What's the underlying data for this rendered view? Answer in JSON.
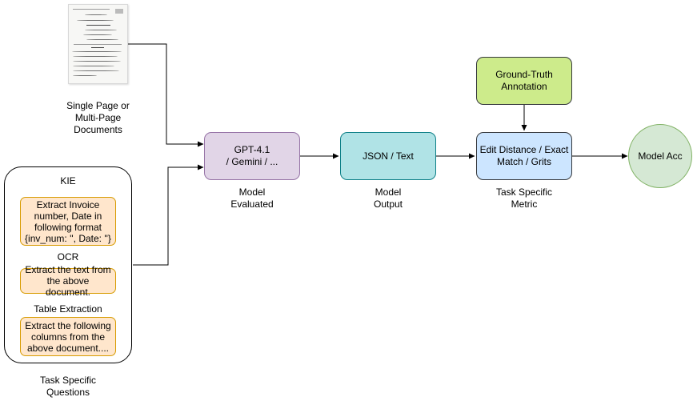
{
  "documents_label": "Single Page or\nMulti-Page\nDocuments",
  "questions": {
    "kie_title": "KIE",
    "kie_prompt": "Extract Invoice number, Date in following format {inv_num: '', Date: ''}",
    "ocr_title": "OCR",
    "ocr_prompt": "Extract the text from the above document.",
    "table_title": "Table Extraction",
    "table_prompt": "Extract the following columns from the above document....",
    "caption": "Task Specific\nQuestions"
  },
  "model": {
    "label": "GPT-4.1\n/ Gemini / ...",
    "caption": "Model\nEvaluated"
  },
  "output": {
    "label": "JSON / Text",
    "caption": "Model\nOutput"
  },
  "metric": {
    "label": "Edit Distance / Exact Match / Grits",
    "caption": "Task Specific\nMetric"
  },
  "ground_truth": {
    "label": "Ground-Truth\nAnnotation"
  },
  "result": {
    "label": "Model Acc"
  },
  "colors": {
    "model": "#e1d5e7",
    "model_border": "#9673a6",
    "output": "#b0e3e6",
    "output_border": "#0e8088",
    "metric": "#cce5ff",
    "metric_border": "#36393d",
    "ground_truth": "#cdeb8b",
    "ground_truth_border": "#36393d",
    "result": "#d5e8d4",
    "result_border": "#82b366",
    "prompt": "#ffe6cc",
    "prompt_border": "#d79b00"
  }
}
